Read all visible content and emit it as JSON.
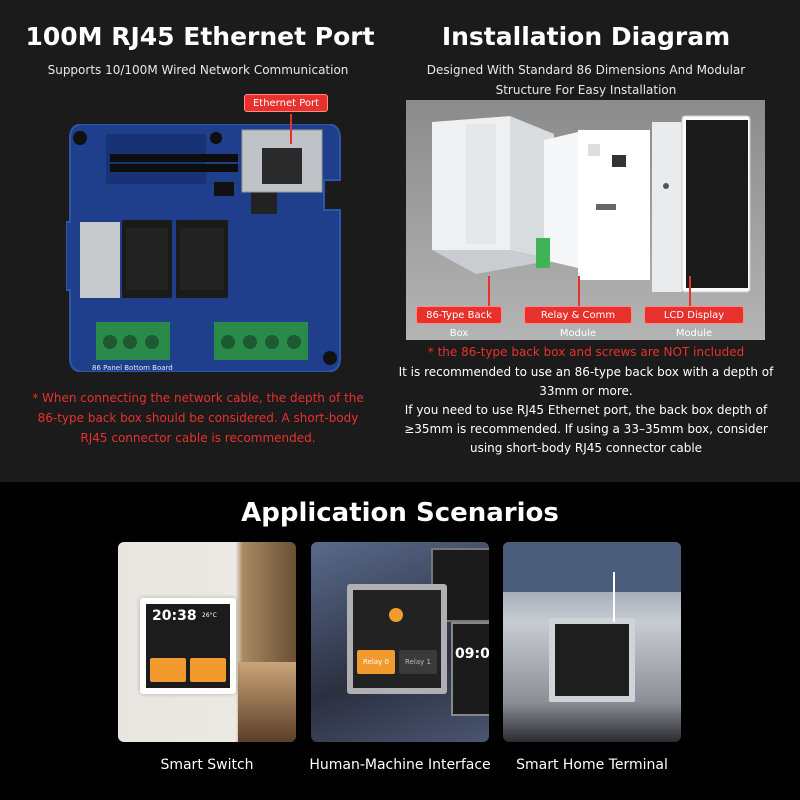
{
  "left": {
    "title": "100M RJ45 Ethernet Port",
    "subtitle": "Supports 10/100M Wired Network Communication",
    "port_tag": "Ethernet Port",
    "board_label": "86 Panel Bottom Board",
    "note_lines": [
      "* When connecting the network cable, the depth of the",
      "86-type back box should be considered. A short-body",
      "RJ45 connector cable is recommended."
    ]
  },
  "right": {
    "title": "Installation Diagram",
    "subtitle_lines": [
      "Designed With Standard 86 Dimensions And Modular",
      "Structure For Easy Installation"
    ],
    "tags": [
      "86-Type Back Box",
      "Relay & Comm Module",
      "LCD Display Module"
    ],
    "warning": "* the 86-type back box and screws are NOT included",
    "note_lines": [
      "It is recommended to use an 86-type back box with a depth of",
      "33mm or more.",
      "If you need to use RJ45 Ethernet port, the back box depth of",
      "≥35mm is recommended. If using a 33–35mm box, consider",
      "using short-body RJ45 connector cable"
    ]
  },
  "scenarios": {
    "title": "Application Scenarios",
    "items": [
      {
        "caption": "Smart Switch",
        "time": "20:38",
        "temp": "26°C"
      },
      {
        "caption": "Human-Machine Interface",
        "relay_label": "Relay 0",
        "relay_label2": "Relay 1",
        "clock": "09:0"
      },
      {
        "caption": "Smart Home Terminal"
      }
    ]
  },
  "colors": {
    "accent": "#e8312c",
    "panel_bg": "#1b1b1b",
    "board": "#1f3f8c",
    "terminal": "#2a8a4a"
  }
}
